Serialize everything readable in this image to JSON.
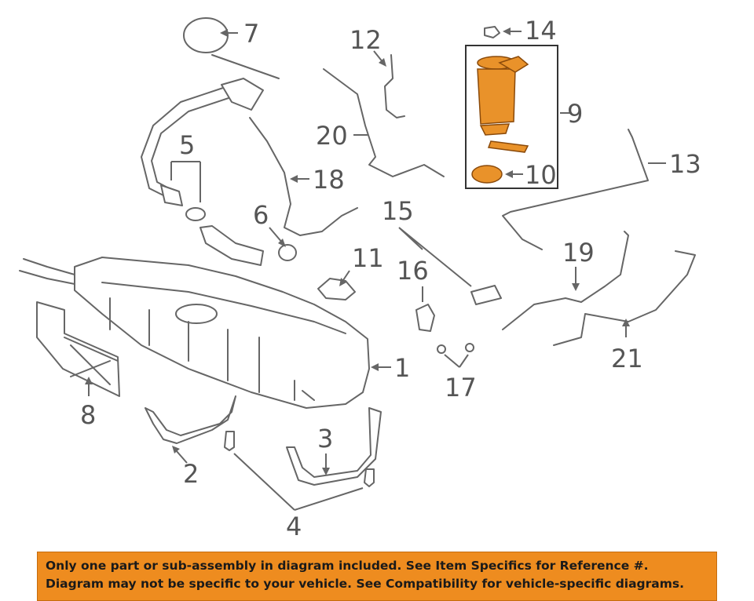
{
  "callouts": {
    "n1": "1",
    "n2": "2",
    "n3": "3",
    "n4": "4",
    "n5": "5",
    "n6": "6",
    "n7": "7",
    "n8": "8",
    "n9": "9",
    "n10": "10",
    "n11": "11",
    "n12": "12",
    "n13": "13",
    "n14": "14",
    "n15": "15",
    "n16": "16",
    "n17": "17",
    "n18": "18",
    "n19": "19",
    "n20": "20",
    "n21": "21"
  },
  "highlight": {
    "color": "#e9922a",
    "parts": [
      "9",
      "10"
    ]
  },
  "banner": {
    "line1": "Only one part or sub-assembly in diagram included. See Item Specifics for Reference #.",
    "line2": "Diagram may not be specific to your vehicle. See Compatibility for vehicle-specific diagrams.",
    "background": "#ee8c1f"
  }
}
